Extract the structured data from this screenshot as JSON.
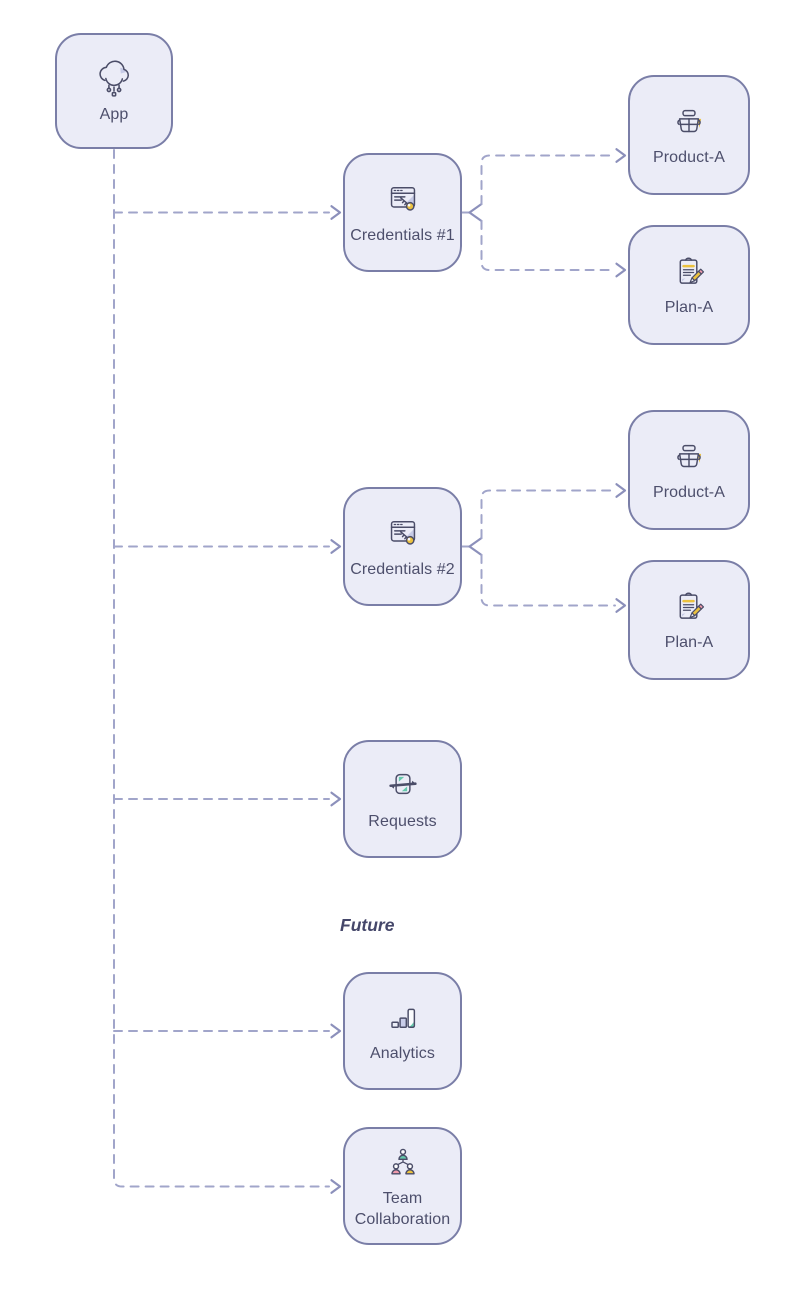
{
  "diagram": {
    "section_label": "Future",
    "nodes": [
      {
        "id": "app",
        "label": "App",
        "icon": "cloud-app-icon"
      },
      {
        "id": "credentials-1",
        "label": "Credentials #1",
        "icon": "browser-key-icon"
      },
      {
        "id": "product-a-1",
        "label": "Product-A",
        "icon": "basket-icon"
      },
      {
        "id": "plan-a-1",
        "label": "Plan-A",
        "icon": "clipboard-pencil-icon"
      },
      {
        "id": "credentials-2",
        "label": "Credentials #2",
        "icon": "browser-key-icon"
      },
      {
        "id": "product-a-2",
        "label": "Product-A",
        "icon": "basket-icon"
      },
      {
        "id": "plan-a-2",
        "label": "Plan-A",
        "icon": "clipboard-pencil-icon"
      },
      {
        "id": "requests",
        "label": "Requests",
        "icon": "sync-doc-icon"
      },
      {
        "id": "analytics",
        "label": "Analytics",
        "icon": "bar-chart-icon"
      },
      {
        "id": "team-collaboration",
        "label": "Team Collaboration",
        "icon": "team-icon"
      }
    ],
    "edges": [
      {
        "from": "app",
        "to": "credentials-1",
        "style": "dashed",
        "arrow": "end"
      },
      {
        "from": "app",
        "to": "credentials-2",
        "style": "dashed",
        "arrow": "end"
      },
      {
        "from": "app",
        "to": "requests",
        "style": "dashed",
        "arrow": "end"
      },
      {
        "from": "app",
        "to": "analytics",
        "style": "dashed",
        "arrow": "end"
      },
      {
        "from": "app",
        "to": "team-collaboration",
        "style": "dashed",
        "arrow": "end"
      },
      {
        "from": "credentials-1",
        "to": "product-a-1",
        "style": "dashed",
        "arrow": "end"
      },
      {
        "from": "credentials-1",
        "to": "plan-a-1",
        "style": "dashed",
        "arrow": "end"
      },
      {
        "from": "credentials-2",
        "to": "product-a-2",
        "style": "dashed",
        "arrow": "end"
      },
      {
        "from": "credentials-2",
        "to": "plan-a-2",
        "style": "dashed",
        "arrow": "end"
      }
    ],
    "colors": {
      "background": "#ffffff",
      "node_fill": "#ebecf7",
      "node_border": "#7a7ea7",
      "label_text": "#4d4f6c",
      "connector": "#a1a5ca",
      "arrowhead": "#8c90bb",
      "icon_stroke": "#4b4d68",
      "accent_yellow": "#ecc23f",
      "accent_teal": "#64c9ab",
      "accent_pink": "#f09aab",
      "accent_lavender": "#c6cae6"
    }
  }
}
